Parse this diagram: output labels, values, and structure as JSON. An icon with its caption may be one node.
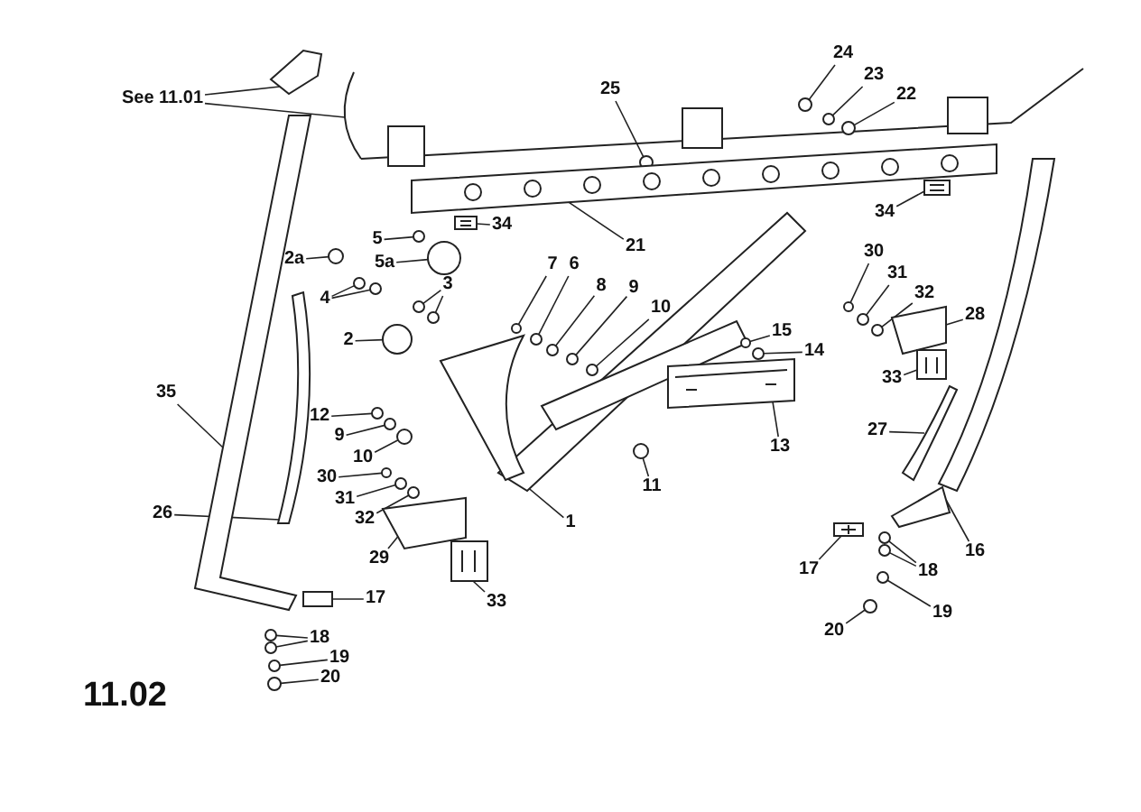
{
  "diagram": {
    "nodes": [
      {
        "text": [
          "See 11.01"
        ]
      },
      {
        "text": [
          "25"
        ]
      },
      {
        "text": [
          "24"
        ]
      },
      {
        "text": [
          "23"
        ]
      },
      {
        "text": [
          "22"
        ]
      },
      {
        "text": [
          "21"
        ]
      },
      {
        "text": [
          "34"
        ]
      },
      {
        "text": [
          "34"
        ]
      },
      {
        "text": [
          "5"
        ]
      },
      {
        "text": [
          "5a"
        ]
      },
      {
        "text": [
          "2a"
        ]
      },
      {
        "text": [
          "4"
        ]
      },
      {
        "text": [
          "3"
        ]
      },
      {
        "text": [
          "2"
        ]
      },
      {
        "text": [
          "7"
        ]
      },
      {
        "text": [
          "6"
        ]
      },
      {
        "text": [
          "8"
        ]
      },
      {
        "text": [
          "9"
        ]
      },
      {
        "text": [
          "10"
        ]
      },
      {
        "text": [
          "15"
        ]
      },
      {
        "text": [
          "14"
        ]
      },
      {
        "text": [
          "13"
        ]
      },
      {
        "text": [
          "11"
        ]
      },
      {
        "text": [
          "1"
        ]
      },
      {
        "text": [
          "12"
        ]
      },
      {
        "text": [
          "9"
        ]
      },
      {
        "text": [
          "10"
        ]
      },
      {
        "text": [
          "30"
        ]
      },
      {
        "text": [
          "31"
        ]
      },
      {
        "text": [
          "32"
        ]
      },
      {
        "text": [
          "29"
        ]
      },
      {
        "text": [
          "33"
        ]
      },
      {
        "text": [
          "35"
        ]
      },
      {
        "text": [
          "26"
        ]
      },
      {
        "text": [
          "17"
        ]
      },
      {
        "text": [
          "18"
        ]
      },
      {
        "text": [
          "19"
        ]
      },
      {
        "text": [
          "20"
        ]
      },
      {
        "text": [
          "30"
        ]
      },
      {
        "text": [
          "31"
        ]
      },
      {
        "text": [
          "32"
        ]
      },
      {
        "text": [
          "28"
        ]
      },
      {
        "text": [
          "33"
        ]
      },
      {
        "text": [
          "27"
        ]
      },
      {
        "text": [
          "16"
        ]
      },
      {
        "text": [
          "17"
        ]
      },
      {
        "text": [
          "18"
        ]
      },
      {
        "text": [
          "19"
        ]
      },
      {
        "text": [
          "20"
        ]
      },
      {
        "text": [],
        "shape": "picture"
      },
      {
        "text": [],
        "shape": "picture"
      },
      {
        "text": [],
        "shape": "circle"
      },
      {
        "text": [],
        "shape": "circle"
      },
      {
        "text": [],
        "shape": "circle"
      },
      {
        "text": [],
        "shape": "circle"
      },
      {
        "text": [],
        "shape": "picture"
      },
      {
        "text": [],
        "shape": "picture"
      },
      {
        "text": [],
        "shape": "picture"
      },
      {
        "text": [],
        "shape": "circle"
      },
      {
        "text": [],
        "shape": "circle"
      },
      {
        "text": [],
        "shape": "circle"
      },
      {
        "text": [],
        "shape": "circle"
      },
      {
        "text": [],
        "shape": "circle"
      },
      {
        "text": [],
        "shape": "circle"
      },
      {
        "text": [],
        "shape": "circle"
      },
      {
        "text": [],
        "shape": "circle"
      },
      {
        "text": [],
        "shape": "circle"
      },
      {
        "text": [],
        "shape": "circle"
      },
      {
        "text": [],
        "shape": "circle"
      },
      {
        "text": [],
        "shape": "circle"
      },
      {
        "text": [],
        "shape": "circle"
      },
      {
        "text": [],
        "shape": "circle"
      },
      {
        "text": [],
        "shape": "circle"
      },
      {
        "text": [],
        "shape": "picture"
      },
      {
        "text": [],
        "shape": "circle"
      },
      {
        "text": [],
        "shape": "picture"
      },
      {
        "text": [],
        "shape": "circle"
      },
      {
        "text": [],
        "shape": "circle"
      },
      {
        "text": [],
        "shape": "circle"
      },
      {
        "text": [],
        "shape": "circle"
      },
      {
        "text": [],
        "shape": "circle"
      },
      {
        "text": [],
        "shape": "circle"
      },
      {
        "text": [],
        "shape": "picture"
      },
      {
        "text": [],
        "shape": "picture"
      },
      {
        "text": [],
        "shape": "picture"
      },
      {
        "text": [],
        "shape": "picture"
      },
      {
        "text": [],
        "shape": "picture"
      },
      {
        "text": [],
        "shape": "circle"
      },
      {
        "text": [],
        "shape": "circle"
      },
      {
        "text": [],
        "shape": "circle"
      },
      {
        "text": [],
        "shape": "circle"
      },
      {
        "text": [],
        "shape": "circle"
      },
      {
        "text": [],
        "shape": "circle"
      },
      {
        "text": [],
        "shape": "circle"
      },
      {
        "text": [],
        "shape": "picture"
      },
      {
        "text": [],
        "shape": "picture"
      },
      {
        "text": [],
        "shape": "picture"
      },
      {
        "text": [],
        "shape": "picture"
      },
      {
        "text": [],
        "shape": "picture"
      },
      {
        "text": [],
        "shape": "circle"
      },
      {
        "text": [],
        "shape": "circle"
      },
      {
        "text": [],
        "shape": "circle"
      },
      {
        "text": [],
        "shape": "circle"
      }
    ],
    "edges": [
      {
        "from": 0,
        "to": 49,
        "arrow": "none"
      },
      {
        "from": 0,
        "to": 50,
        "arrow": "none"
      },
      {
        "from": 1,
        "to": 51,
        "arrow": "none"
      },
      {
        "from": 2,
        "to": 52,
        "arrow": "none"
      },
      {
        "from": 3,
        "to": 53,
        "arrow": "none"
      },
      {
        "from": 4,
        "to": 54,
        "arrow": "none"
      },
      {
        "from": 5,
        "to": 55,
        "arrow": "none"
      },
      {
        "from": 6,
        "to": 56,
        "arrow": "none"
      },
      {
        "from": 7,
        "to": 57,
        "arrow": "none"
      },
      {
        "from": 8,
        "to": 58,
        "arrow": "none"
      },
      {
        "from": 9,
        "to": 59,
        "arrow": "none"
      },
      {
        "from": 10,
        "to": 60,
        "arrow": "none"
      },
      {
        "from": 11,
        "to": 61,
        "arrow": "none"
      },
      {
        "from": 11,
        "to": 62,
        "arrow": "none"
      },
      {
        "from": 12,
        "to": 63,
        "arrow": "none"
      },
      {
        "from": 12,
        "to": 64,
        "arrow": "none"
      },
      {
        "from": 13,
        "to": 65,
        "arrow": "none"
      },
      {
        "from": 14,
        "to": 66,
        "arrow": "none"
      },
      {
        "from": 15,
        "to": 67,
        "arrow": "none"
      },
      {
        "from": 16,
        "to": 68,
        "arrow": "none"
      },
      {
        "from": 17,
        "to": 69,
        "arrow": "none"
      },
      {
        "from": 18,
        "to": 70,
        "arrow": "none"
      },
      {
        "from": 19,
        "to": 71,
        "arrow": "none"
      },
      {
        "from": 20,
        "to": 72,
        "arrow": "none"
      },
      {
        "from": 21,
        "to": 73,
        "arrow": "none"
      },
      {
        "from": 22,
        "to": 74,
        "arrow": "none"
      },
      {
        "from": 23,
        "to": 75,
        "arrow": "none"
      },
      {
        "from": 24,
        "to": 76,
        "arrow": "none"
      },
      {
        "from": 25,
        "to": 77,
        "arrow": "none"
      },
      {
        "from": 26,
        "to": 78,
        "arrow": "none"
      },
      {
        "from": 27,
        "to": 79,
        "arrow": "none"
      },
      {
        "from": 28,
        "to": 80,
        "arrow": "none"
      },
      {
        "from": 29,
        "to": 81,
        "arrow": "none"
      },
      {
        "from": 30,
        "to": 82,
        "arrow": "none"
      },
      {
        "from": 31,
        "to": 83,
        "arrow": "none"
      },
      {
        "from": 32,
        "to": 84,
        "arrow": "none"
      },
      {
        "from": 33,
        "to": 85,
        "arrow": "none"
      },
      {
        "from": 34,
        "to": 86,
        "arrow": "none"
      },
      {
        "from": 35,
        "to": 87,
        "arrow": "none"
      },
      {
        "from": 35,
        "to": 88,
        "arrow": "none"
      },
      {
        "from": 36,
        "to": 89,
        "arrow": "none"
      },
      {
        "from": 37,
        "to": 90,
        "arrow": "none"
      },
      {
        "from": 38,
        "to": 91,
        "arrow": "none"
      },
      {
        "from": 39,
        "to": 92,
        "arrow": "none"
      },
      {
        "from": 40,
        "to": 93,
        "arrow": "none"
      },
      {
        "from": 41,
        "to": 94,
        "arrow": "none"
      },
      {
        "from": 42,
        "to": 95,
        "arrow": "none"
      },
      {
        "from": 43,
        "to": 96,
        "arrow": "none"
      },
      {
        "from": 44,
        "to": 97,
        "arrow": "none"
      },
      {
        "from": 45,
        "to": 98,
        "arrow": "none"
      },
      {
        "from": 46,
        "to": 99,
        "arrow": "none"
      },
      {
        "from": 46,
        "to": 100,
        "arrow": "none"
      },
      {
        "from": 47,
        "to": 101,
        "arrow": "none"
      },
      {
        "from": 48,
        "to": 102,
        "arrow": "none"
      }
    ],
    "labels": [
      "11.02"
    ]
  }
}
